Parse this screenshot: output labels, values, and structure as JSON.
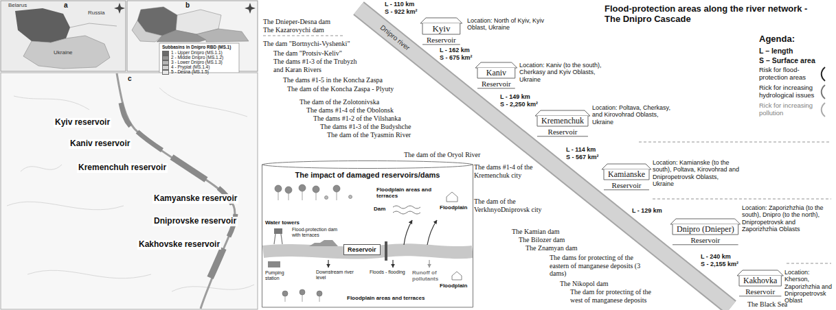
{
  "diagram": {
    "title": "Flood-protection areas along the river network - The Dnipro Cascade",
    "nodes": [
      {
        "text": [
          "Kyiv",
          "Reservoir"
        ]
      },
      {
        "text": [
          "Kaniv",
          "Reservoir"
        ]
      },
      {
        "text": [
          "Kremenchuk",
          "Reservoir"
        ]
      },
      {
        "text": [
          "Kamianske",
          "Reservoir"
        ]
      },
      {
        "text": [
          "Dnipro (Dnieper)",
          "Reservoir"
        ]
      },
      {
        "text": [
          "Kakhovka",
          "Reservoir"
        ]
      },
      {
        "text": [
          "The impact of damaged reservoirs/dams"
        ]
      },
      {
        "text": [
          "Reservoir"
        ],
        "in": 6
      }
    ],
    "labels": [
      "a",
      "b",
      "c",
      "Belarus",
      "Russia",
      "Ukraine",
      "Subbasins in Dnipro RBD (MS.1)",
      "Kyiv reservoir",
      "Kaniv reservoir",
      "Kremenchuh reservoir",
      "Kamyanske reservoir",
      "Dniprovske reservoir",
      "Kakhovske reservoir",
      "Dnipro river",
      "L - 110 km",
      "S - 922 km²",
      "Location: North of Kyiv, Kyiv Oblast, Ukraine",
      "L - 162 km",
      "S - 675 km²",
      "Location: Kaniv (to the south), Cherkasy and Kyiv Oblasts, Ukraine",
      "L - 149 km",
      "S - 2,250 km²",
      "Location: Poltava, Cherkasy, and Kirovohrad Oblasts, Ukraine",
      "L - 114 km",
      "S - 567 km²",
      "Location: Kamianske (to the south), Poltava, Kirovohrad and Dnipropetrovsk Oblasts, Ukraine",
      "L - 129 km",
      "Location: Zaporizhzhia (to the south), Dnipro (to the north), Dnipropetrovsk and Zaporizhzhia Oblasts",
      "L - 240 km",
      "S - 2,155 km²",
      "Location: Kherson, Zaporizhzhia and Dnipropetrovsk Oblast",
      "The Dnieper-Desna dam",
      "The Kazarovychi dam",
      "The dam \"Bortnychi-Vyshenki\"",
      "The dam \"Protsiv-Keliv\"",
      "The dams #1-3 of the Trubyzh and Karan Rivers",
      "The dams #1-5 in the Koncha Zaspa",
      "The dam of the Koncha Zaspa - Plyuty",
      "The dam of the Zolotonivska",
      "The dams #1-4 of the Obolonsk",
      "The dams #1-2 of the Vilshanka",
      "The dams #1-3 of the Budyshche",
      "The dam of the Tyasmin River",
      "The dam of the Oryol River",
      "The dams #1-4 of the Kremenchuk city",
      "The dam of the VerkhnyoDniprovsk city",
      "The Kamian dam",
      "The Bilozer dam",
      "The Znamyan dam",
      "The dams for protecting of the eastern of manganese deposits (3 dams)",
      "The Nikopol dam",
      "The dam for protecting of the west of manganese deposits",
      "The Black Sea",
      "Agenda:",
      "Floodplain areas and terraces",
      "Dam",
      "Floodplain",
      "Water towers",
      "Flood-protection dam with terraces",
      "Pumping station",
      "Downstream river level",
      "Floods - flooding",
      "Runoff of pollutants",
      "Floodplain",
      "Floodplain areas and terraces"
    ],
    "legend": [
      {
        "text": "1 - Upper Dnipro (MS.1.1)",
        "color": "#6b6b6b"
      },
      {
        "text": "2 - Middle Dnipro (MS.1.2)",
        "color": "#939393"
      },
      {
        "text": "3 - Lower Dnipro (MS.1.3)",
        "color": "#b4b4b4"
      },
      {
        "text": "4 - Prypiat (MS.1.4)",
        "color": "#cfcfcf"
      },
      {
        "text": "5 - Desna (MS.1.5)",
        "color": "#e6e6e6"
      },
      {
        "text": "L – length"
      },
      {
        "text": "S – Surface area"
      },
      {
        "text": "Risk for flood-protection areas"
      },
      {
        "text": "Rick for increasing hydrological issues"
      },
      {
        "text": "Rick for increasing pollution"
      }
    ]
  }
}
